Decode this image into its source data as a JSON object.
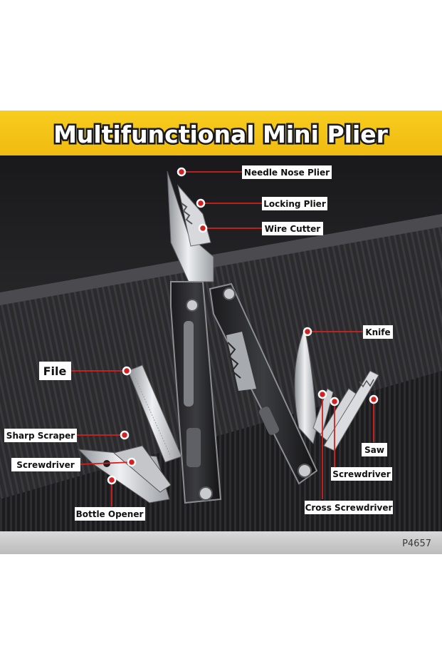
{
  "banner": {
    "title": "Multifunctional Mini Plier"
  },
  "labels": {
    "needle_nose": "Needle Nose Plier",
    "locking": "Locking Plier",
    "wire_cutter": "Wire Cutter",
    "knife": "Knife",
    "file": "File",
    "sharp_scraper": "Sharp Scraper",
    "screwdriver_left": "Screwdriver",
    "saw": "Saw",
    "screwdriver_right": "Screwdriver",
    "bottle_opener": "Bottle Opener",
    "cross_screwdriver": "Cross Screwdriver"
  },
  "product_code": "P4657",
  "colors": {
    "banner": "#f5c518",
    "callout": "#d42020",
    "background": "#1f1f22"
  }
}
